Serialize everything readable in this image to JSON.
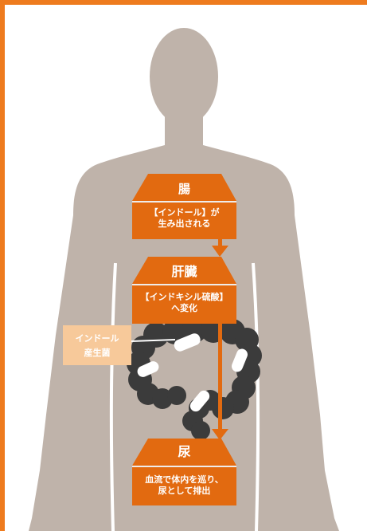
{
  "colors": {
    "frame": "#ee7b1e",
    "body_silhouette": "#bfb3aa",
    "stage_box": "#e26a10",
    "stage_title_bar": "#e26a10",
    "arrow": "#e26a10",
    "intestine": "#3b3b3b",
    "bacteria": "#ffffff",
    "bacteria_label": "#f7c99a"
  },
  "stages": [
    {
      "title": "腸",
      "desc_lines": [
        "【インドール】が",
        "生み出される"
      ]
    },
    {
      "title": "肝臓",
      "desc_lines": [
        "【インドキシル硫酸】",
        "へ変化"
      ]
    },
    {
      "title": "尿",
      "desc_lines": [
        "血流で体内を巡り、",
        "尿として排出"
      ]
    }
  ],
  "bacteria_label": {
    "lines": [
      "インドール",
      "産生菌"
    ]
  }
}
